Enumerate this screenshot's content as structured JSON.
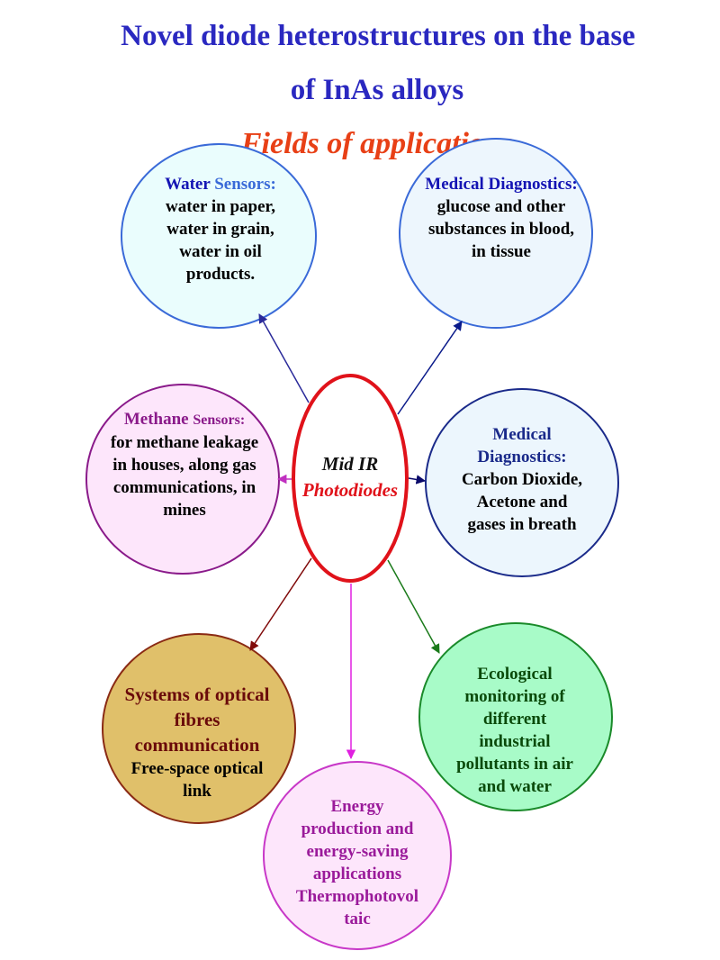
{
  "title": {
    "line1": "Novel diode heterostructures on the base",
    "line2": "of InAs alloys"
  },
  "subtitle": "Fields of applications",
  "center": {
    "line1": "Mid IR",
    "line2": "Photodiodes"
  },
  "nodes": {
    "water": {
      "head1": "Water",
      "head2": "Sensors:",
      "lines": [
        "water in paper,",
        "water in grain,",
        "water in oil",
        "products."
      ]
    },
    "medical_blood": {
      "head": "Medical Diagnostics:",
      "lines": [
        "glucose and other",
        "substances in blood,",
        "in tissue"
      ]
    },
    "methane": {
      "head1": "Methane",
      "head2": "Sensors:",
      "lines": [
        "for methane leakage",
        "in houses, along gas",
        "communications, in",
        "mines"
      ]
    },
    "medical_breath": {
      "head1": "Medical",
      "head2": "Diagnostics:",
      "lines": [
        "Carbon Dioxide,",
        "Acetone and",
        "gases in breath"
      ]
    },
    "optical": {
      "head1": "Systems of optical",
      "head2": "fibres",
      "head3": "communication",
      "lines": [
        "Free-space optical",
        "link"
      ]
    },
    "ecological": {
      "lines": [
        "Ecological",
        "monitoring of",
        "different",
        "industrial",
        "pollutants in air",
        "and water"
      ]
    },
    "energy": {
      "lines": [
        "Energy",
        "production and",
        "energy-saving",
        "applications",
        "Thermophotovol",
        "taic"
      ]
    }
  },
  "colors": {
    "title": "#2a28c0",
    "subtitle": "#e84016",
    "center_border": "#e0121a",
    "water": {
      "fill": "#eafdfd",
      "stroke": "#3a6ad8"
    },
    "medical_blood": {
      "fill": "#edf6fd",
      "stroke": "#3a6ad8"
    },
    "methane": {
      "fill": "#fde6fb",
      "stroke": "#8a1a8a"
    },
    "medical_breath": {
      "fill": "#ecf6fd",
      "stroke": "#1a2a8a"
    },
    "optical": {
      "fill": "#e0c06a",
      "stroke": "#8a2a14"
    },
    "ecological": {
      "fill": "#a8fbc8",
      "stroke": "#1a8a2a"
    },
    "energy": {
      "fill": "#fde6fb",
      "stroke": "#c838c8"
    }
  }
}
